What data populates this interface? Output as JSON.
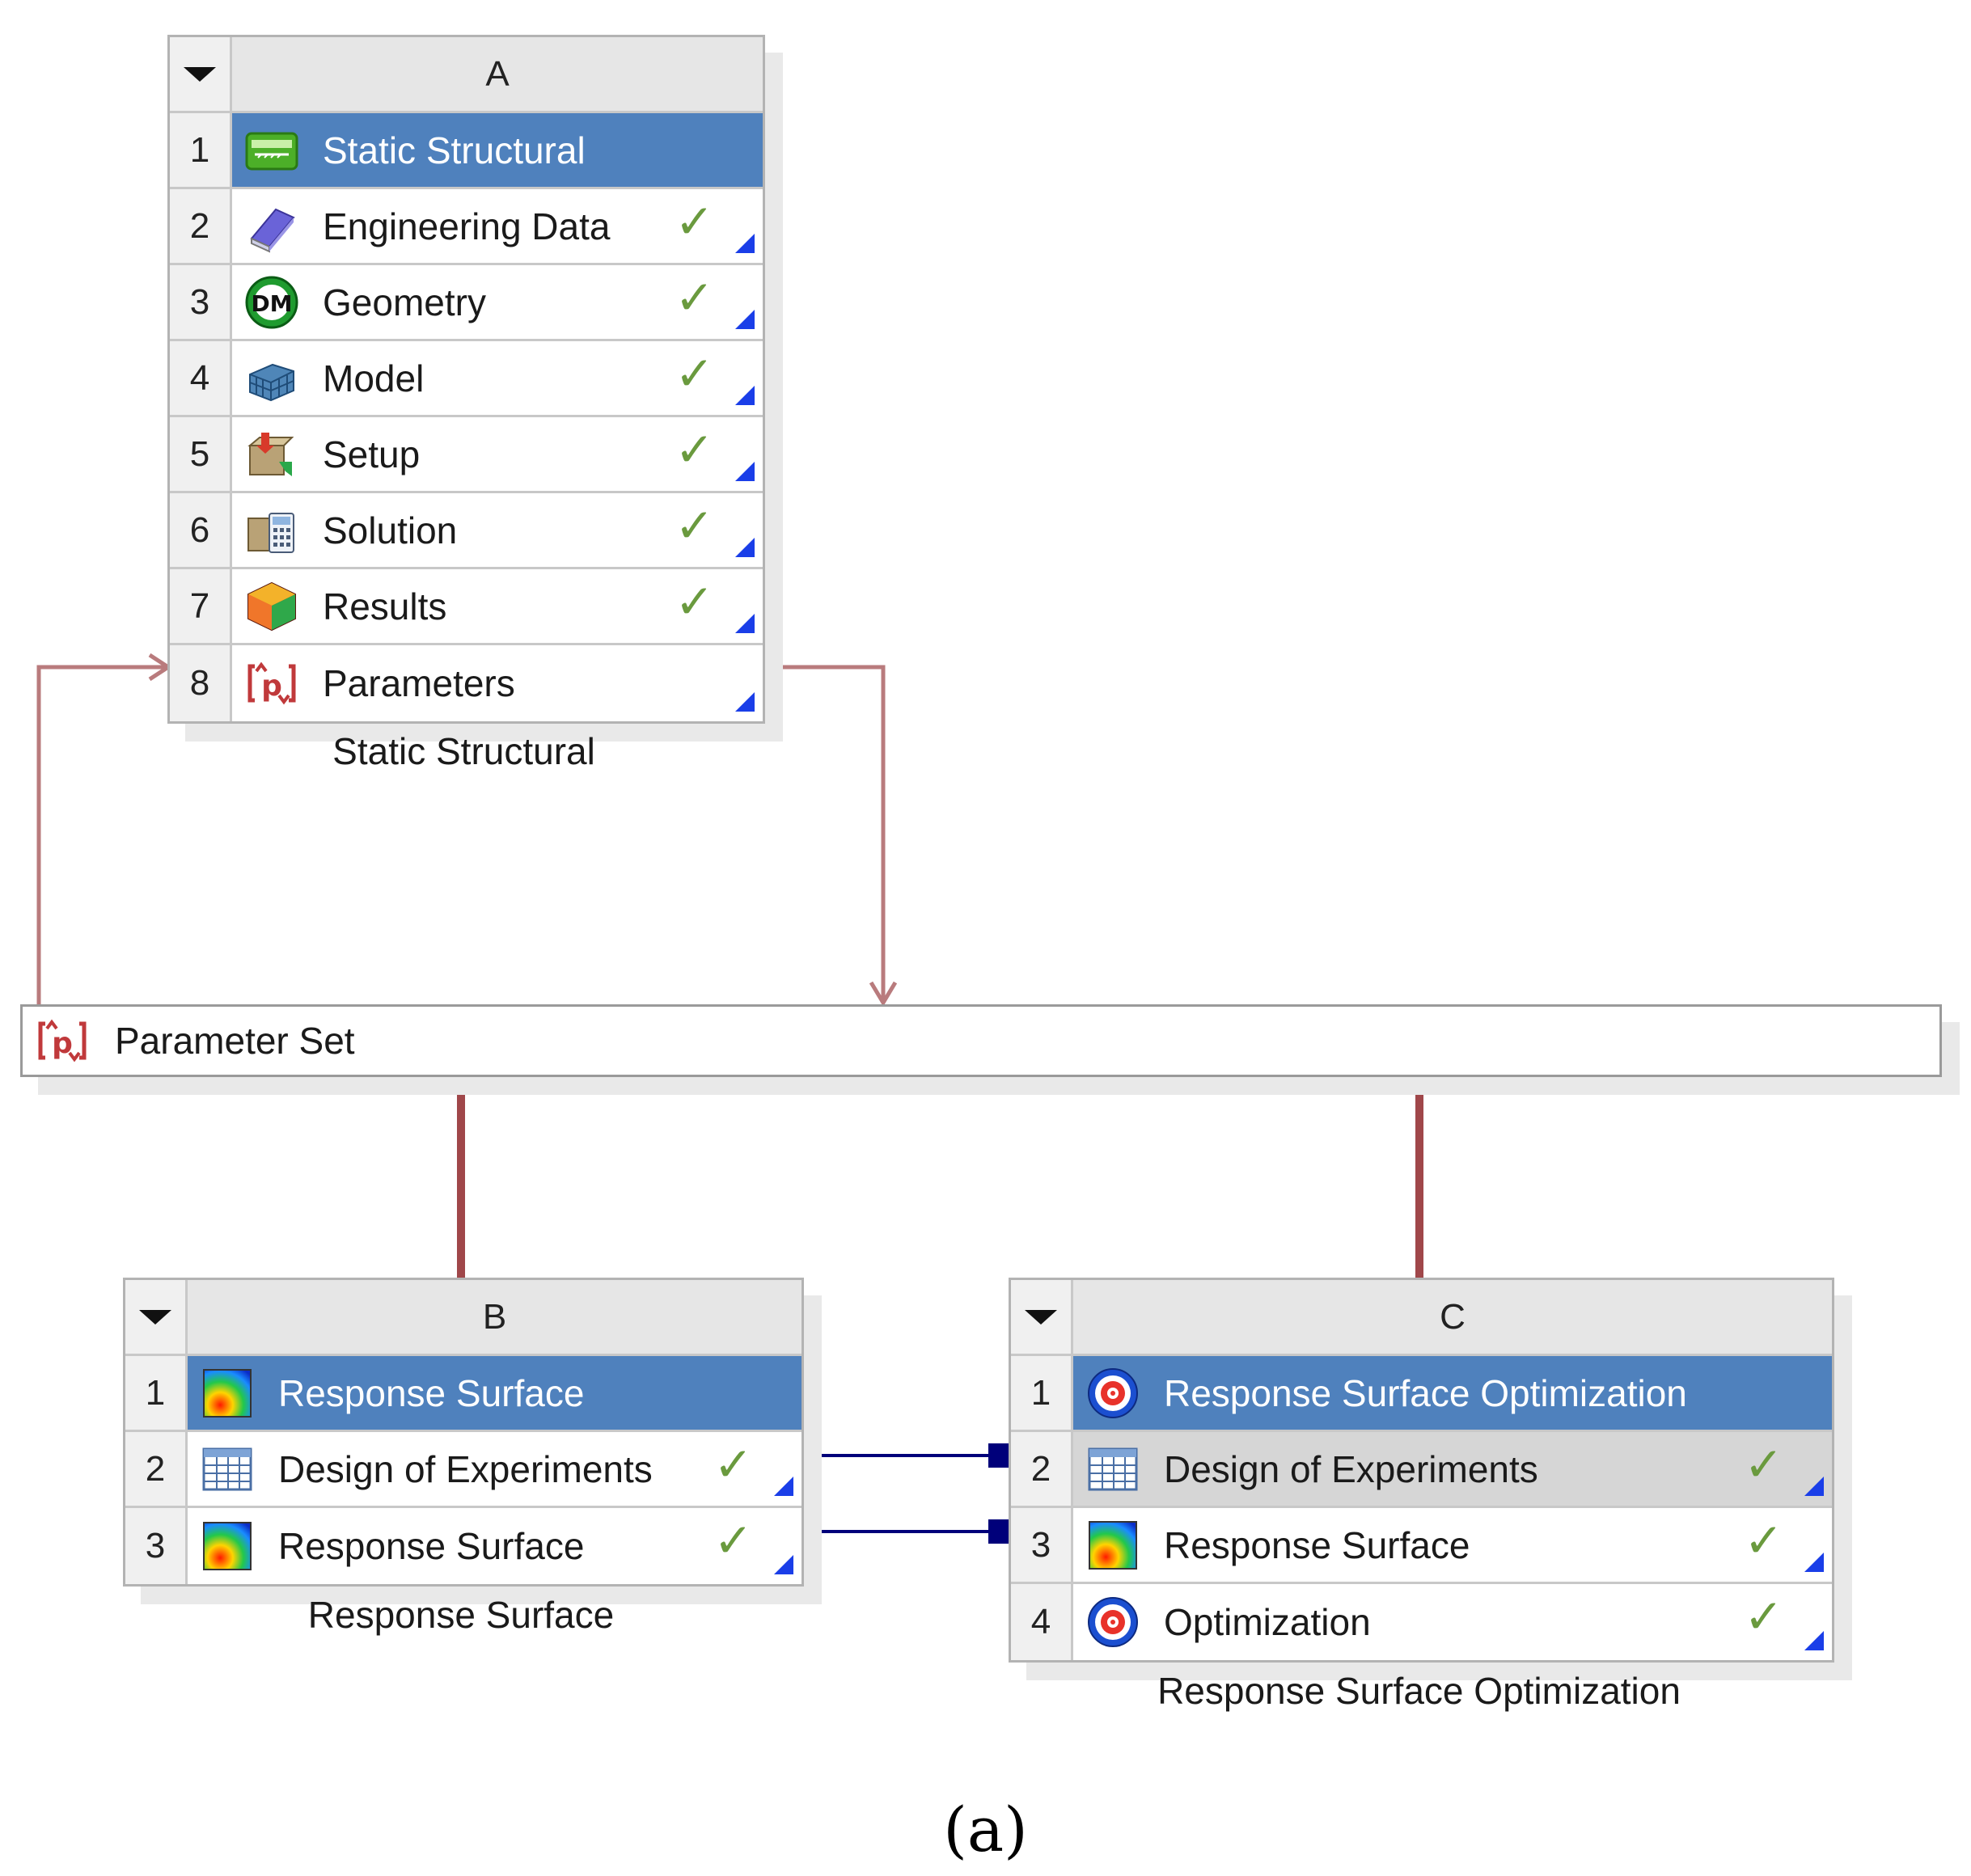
{
  "systems": {
    "A": {
      "letter": "A",
      "caption": "Static Structural",
      "rows": [
        {
          "num": "1",
          "label": "Static Structural",
          "icon": "static-structural-icon"
        },
        {
          "num": "2",
          "label": "Engineering Data",
          "icon": "engineering-data-icon",
          "status": "✓"
        },
        {
          "num": "3",
          "label": "Geometry",
          "icon": "geometry-dm-icon",
          "status": "✓"
        },
        {
          "num": "4",
          "label": "Model",
          "icon": "model-mesh-icon",
          "status": "✓"
        },
        {
          "num": "5",
          "label": "Setup",
          "icon": "setup-icon",
          "status": "✓"
        },
        {
          "num": "6",
          "label": "Solution",
          "icon": "solution-icon",
          "status": "✓"
        },
        {
          "num": "7",
          "label": "Results",
          "icon": "results-icon",
          "status": "✓"
        },
        {
          "num": "8",
          "label": "Parameters",
          "icon": "parameters-icon"
        }
      ]
    },
    "B": {
      "letter": "B",
      "caption": "Response Surface",
      "rows": [
        {
          "num": "1",
          "label": "Response Surface",
          "icon": "response-surface-icon"
        },
        {
          "num": "2",
          "label": "Design of Experiments",
          "icon": "design-of-experiments-icon",
          "status": "✓"
        },
        {
          "num": "3",
          "label": "Response Surface",
          "icon": "response-surface-icon",
          "status": "✓"
        }
      ]
    },
    "C": {
      "letter": "C",
      "caption": "Response Surface Optimization",
      "rows": [
        {
          "num": "1",
          "label": "Response Surface Optimization",
          "icon": "optimization-target-icon"
        },
        {
          "num": "2",
          "label": "Design of Experiments",
          "icon": "design-of-experiments-icon",
          "status": "✓"
        },
        {
          "num": "3",
          "label": "Response Surface",
          "icon": "response-surface-icon",
          "status": "✓"
        },
        {
          "num": "4",
          "label": "Optimization",
          "icon": "optimization-target-icon",
          "status": "✓"
        }
      ]
    }
  },
  "parameter_set": {
    "label": "Parameter Set",
    "icon": "parameters-icon"
  },
  "figure_label": "(a)",
  "colors": {
    "title_row": "#4f81bd",
    "parameter_link": "#a0474a",
    "data_link": "#00007a",
    "check": "#6a9a3e",
    "corner": "#1a3ee8"
  }
}
